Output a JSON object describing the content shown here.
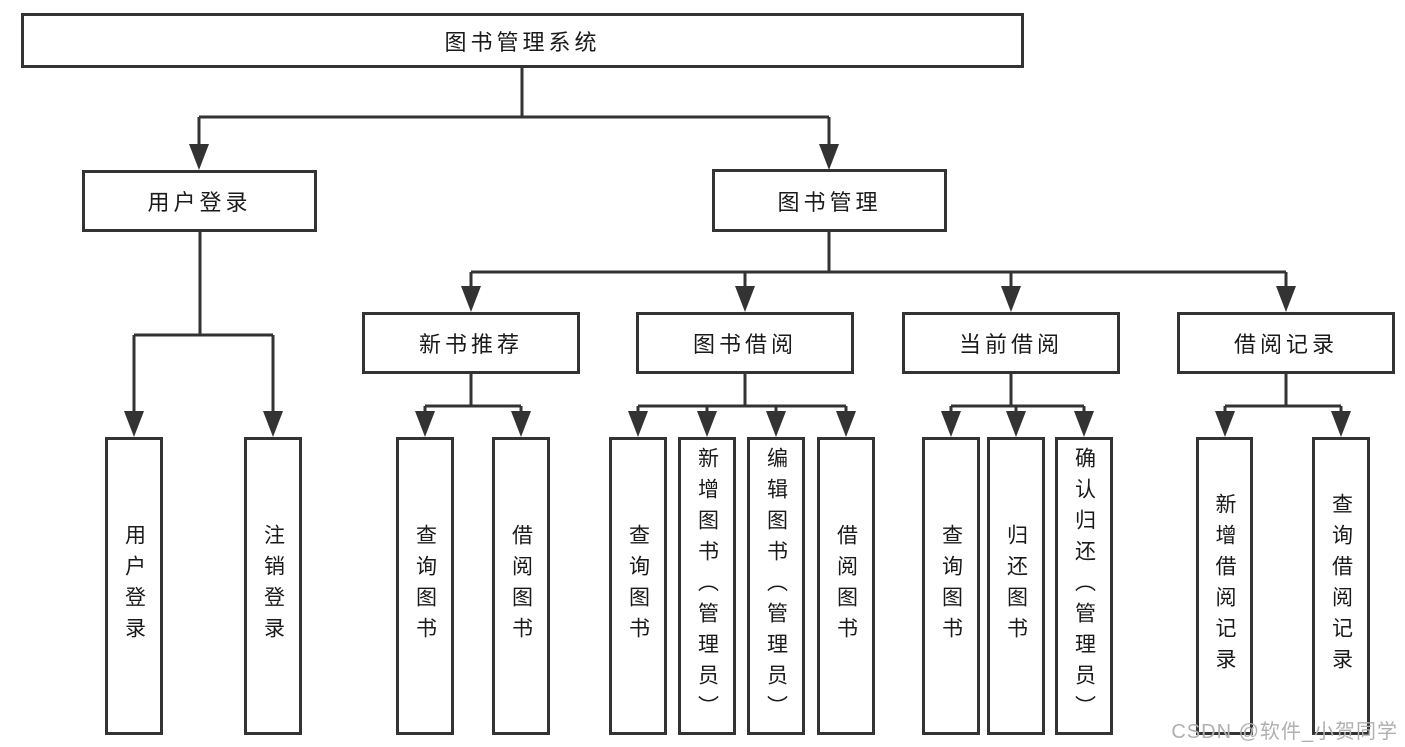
{
  "nodes": {
    "root": {
      "label": "图书管理系统"
    },
    "user_login": {
      "label": "用户登录"
    },
    "book_mgmt": {
      "label": "图书管理"
    },
    "new_books": {
      "label": "新书推荐"
    },
    "book_borrow": {
      "label": "图书借阅"
    },
    "current_borrow": {
      "label": "当前借阅"
    },
    "borrow_records": {
      "label": "借阅记录"
    },
    "leaf_user_login": {
      "label": "用户登录"
    },
    "leaf_logout": {
      "label": "注销登录"
    },
    "leaf_nb_query": {
      "label": "查询图书"
    },
    "leaf_nb_borrow": {
      "label": "借阅图书"
    },
    "leaf_bb_query": {
      "label": "查询图书"
    },
    "leaf_bb_add": {
      "label": "新增图书（管理员）"
    },
    "leaf_bb_edit": {
      "label": "编辑图书（管理员）"
    },
    "leaf_bb_borrow": {
      "label": "借阅图书"
    },
    "leaf_cb_query": {
      "label": "查询图书"
    },
    "leaf_cb_return": {
      "label": "归还图书"
    },
    "leaf_cb_confirm": {
      "label": "确认归还（管理员）"
    },
    "leaf_br_add": {
      "label": "新增借阅记录"
    },
    "leaf_br_query": {
      "label": "查询借阅记录"
    }
  },
  "watermark": "CSDN @软件_小贺同学",
  "colors": {
    "line": "#333333",
    "text": "#1a1a1a",
    "watermark": "#b0b0b0",
    "background": "#ffffff"
  }
}
